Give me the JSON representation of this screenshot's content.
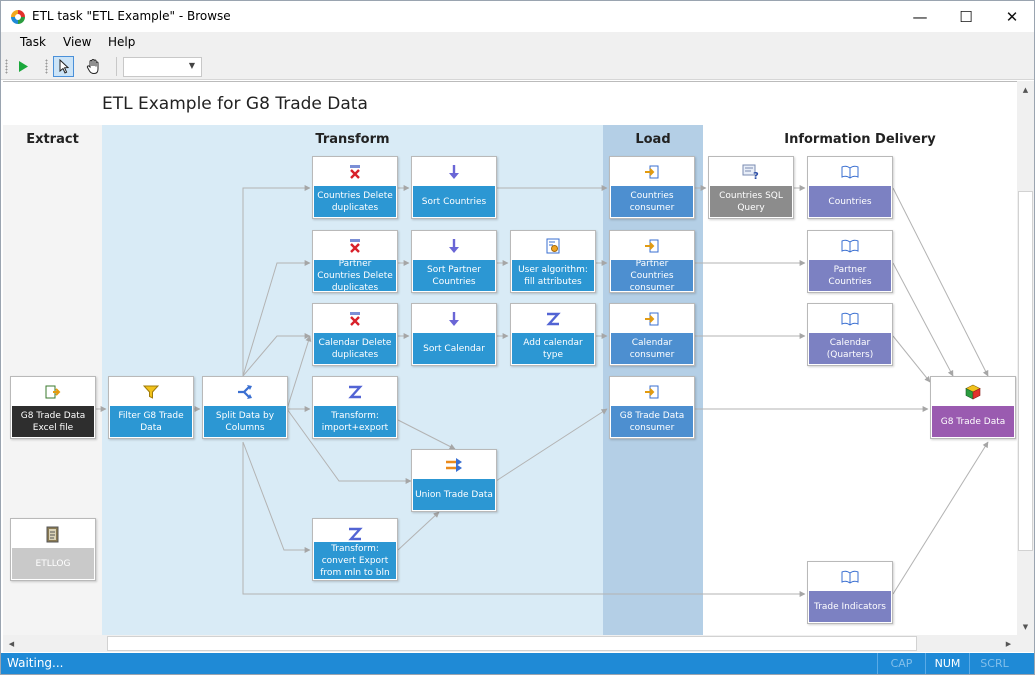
{
  "window": {
    "title": "ETL task \"ETL Example\" - Browse",
    "minimize_glyph": "—",
    "maximize_glyph": "☐",
    "close_glyph": "✕"
  },
  "menu": [
    {
      "label": "Task"
    },
    {
      "label": "View"
    },
    {
      "label": "Help"
    }
  ],
  "toolbar": {
    "combo_value": "",
    "combo_arrow": "▼"
  },
  "diagram": {
    "title": "ETL Example for G8 Trade Data",
    "lanes": [
      {
        "title": "Extract",
        "color": "#f4f4f4"
      },
      {
        "title": "Transform",
        "color": "#d9ebf6"
      },
      {
        "title": "Load",
        "color": "#b4cfe6"
      },
      {
        "title": "Information Delivery",
        "color": "#ffffff"
      }
    ],
    "nodes": [
      {
        "id": "excel",
        "label": "G8 Trade Data Excel file",
        "icon": "excel-source-icon",
        "style": "dark"
      },
      {
        "id": "etllog",
        "label": "ETLLOG",
        "icon": "log-icon",
        "style": "lgrey"
      },
      {
        "id": "filter",
        "label": "Filter G8 Trade Data",
        "icon": "funnel-icon",
        "style": "blue"
      },
      {
        "id": "split",
        "label": "Split Data by Columns",
        "icon": "split-icon",
        "style": "blue"
      },
      {
        "id": "cdel",
        "label": "Countries Delete duplicates",
        "icon": "delete-duplicates-icon",
        "style": "blue"
      },
      {
        "id": "pdel",
        "label": "Partner Countries Delete duplicates",
        "icon": "delete-duplicates-icon",
        "style": "blue"
      },
      {
        "id": "caldel",
        "label": "Calendar Delete duplicates",
        "icon": "delete-duplicates-icon",
        "style": "blue"
      },
      {
        "id": "timpexp",
        "label": "Transform: import+export",
        "icon": "transform-icon",
        "style": "blue"
      },
      {
        "id": "tconv",
        "label": "Transform: convert Export from mln to bln",
        "icon": "transform-icon",
        "style": "blue"
      },
      {
        "id": "sortc",
        "label": "Sort Countries",
        "icon": "sort-icon",
        "style": "blue"
      },
      {
        "id": "sortp",
        "label": "Sort Partner Countries",
        "icon": "sort-icon",
        "style": "blue"
      },
      {
        "id": "sortcal",
        "label": "Sort Calendar",
        "icon": "sort-icon",
        "style": "blue"
      },
      {
        "id": "union",
        "label": "Union Trade Data",
        "icon": "union-icon",
        "style": "blue"
      },
      {
        "id": "ualg",
        "label": "User algorithm: fill attributes",
        "icon": "user-algorithm-icon",
        "style": "blue"
      },
      {
        "id": "addcal",
        "label": "Add calendar type",
        "icon": "transform-icon",
        "style": "blue"
      },
      {
        "id": "cc",
        "label": "Countries consumer",
        "icon": "consumer-icon",
        "style": "dblue"
      },
      {
        "id": "pcc",
        "label": "Partner Countries consumer",
        "icon": "consumer-icon",
        "style": "dblue"
      },
      {
        "id": "calc",
        "label": "Calendar consumer",
        "icon": "consumer-icon",
        "style": "dblue"
      },
      {
        "id": "g8c",
        "label": "G8 Trade Data consumer",
        "icon": "consumer-icon",
        "style": "dblue"
      },
      {
        "id": "sqlq",
        "label": "Countries SQL Query",
        "icon": "sql-query-icon",
        "style": "grey"
      },
      {
        "id": "dcountries",
        "label": "Countries",
        "icon": "book-icon",
        "style": "purple"
      },
      {
        "id": "dpartner",
        "label": "Partner Countries",
        "icon": "book-icon",
        "style": "purple"
      },
      {
        "id": "dcal",
        "label": "Calendar (Quarters)",
        "icon": "book-icon",
        "style": "purple"
      },
      {
        "id": "dtrade",
        "label": "Trade Indicators",
        "icon": "book-icon",
        "style": "purple"
      },
      {
        "id": "cube",
        "label": "G8 Trade Data",
        "icon": "cube-icon",
        "style": "magenta"
      }
    ]
  },
  "status": {
    "text": "Waiting...",
    "indicators": [
      {
        "label": "CAP",
        "active": false
      },
      {
        "label": "NUM",
        "active": true
      },
      {
        "label": "SCRL",
        "active": false
      }
    ]
  },
  "scroll": {
    "up": "▲",
    "down": "▼",
    "left": "◀",
    "right": "▶"
  }
}
